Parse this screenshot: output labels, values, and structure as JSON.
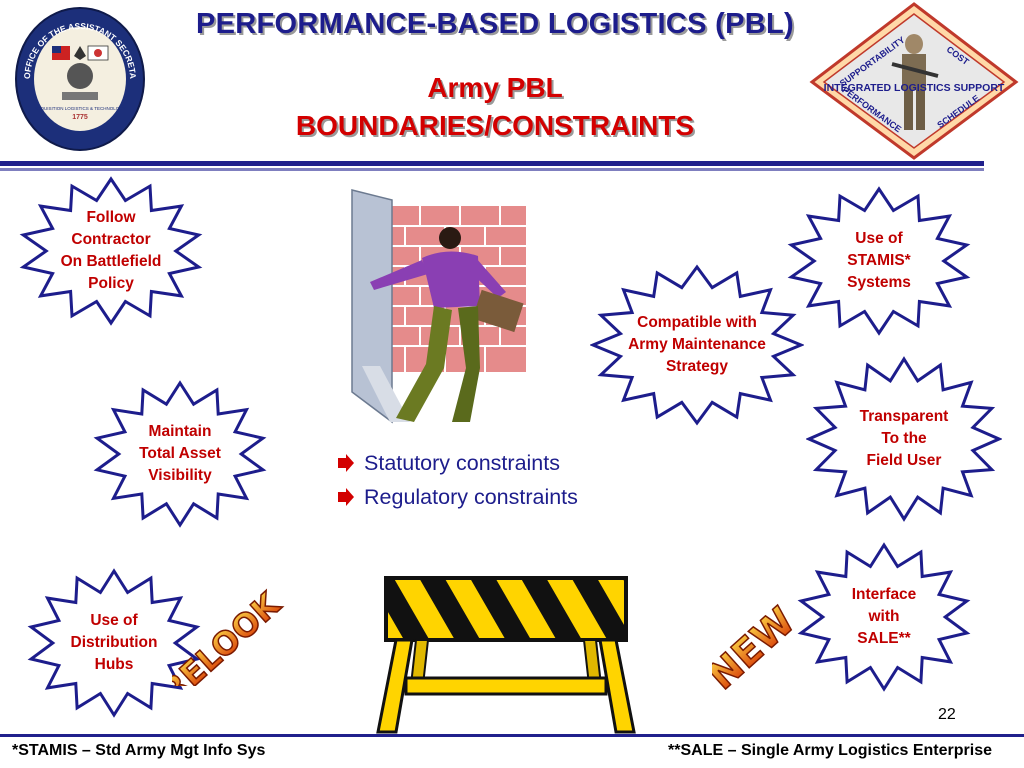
{
  "header": {
    "title": "PERFORMANCE-BASED LOGISTICS (PBL)",
    "subtitle_line1": "Army PBL",
    "subtitle_line2": "BOUNDARIES/CONSTRAINTS"
  },
  "left_seal": {
    "ring_text": "OFFICE OF THE ASSISTANT SECRETARY OF THE ARMY",
    "inner_text": "ACQUISITION LOGISTICS & TECHNOLOGY",
    "year": "1775"
  },
  "ils_logo": {
    "top": "SUPPORTABILITY",
    "right_top": "COST",
    "center": "INTEGRATED LOGISTICS SUPPORT",
    "left_bottom": "PERFORMANCE",
    "right_bottom": "SCHEDULE"
  },
  "starbursts": [
    {
      "lines": [
        "Follow",
        "Contractor",
        "On Battlefield",
        "Policy"
      ]
    },
    {
      "lines": [
        "Use of",
        "STAMIS*",
        "Systems"
      ]
    },
    {
      "lines": [
        "Compatible with",
        "Army Maintenance",
        "Strategy"
      ]
    },
    {
      "lines": [
        "Maintain",
        "Total Asset",
        "Visibility"
      ]
    },
    {
      "lines": [
        "Transparent",
        "To the",
        "Field User"
      ]
    },
    {
      "lines": [
        "Use of",
        "Distribution",
        "Hubs"
      ]
    },
    {
      "lines": [
        "Interface",
        "with",
        "SALE**"
      ]
    }
  ],
  "stamps": {
    "relook": "RELOOK",
    "new": "NEW"
  },
  "bullets": [
    "Statutory constraints",
    "Regulatory constraints"
  ],
  "page_number": "22",
  "footnotes": {
    "left": "*STAMIS – Std Army Mgt Info Sys",
    "right": "**SALE – Single Army Logistics Enterprise"
  },
  "colors": {
    "title_blue": "#1d1d8c",
    "red": "#d30000",
    "burst_outline": "#1d1d8c",
    "burst_text": "#c00000"
  }
}
